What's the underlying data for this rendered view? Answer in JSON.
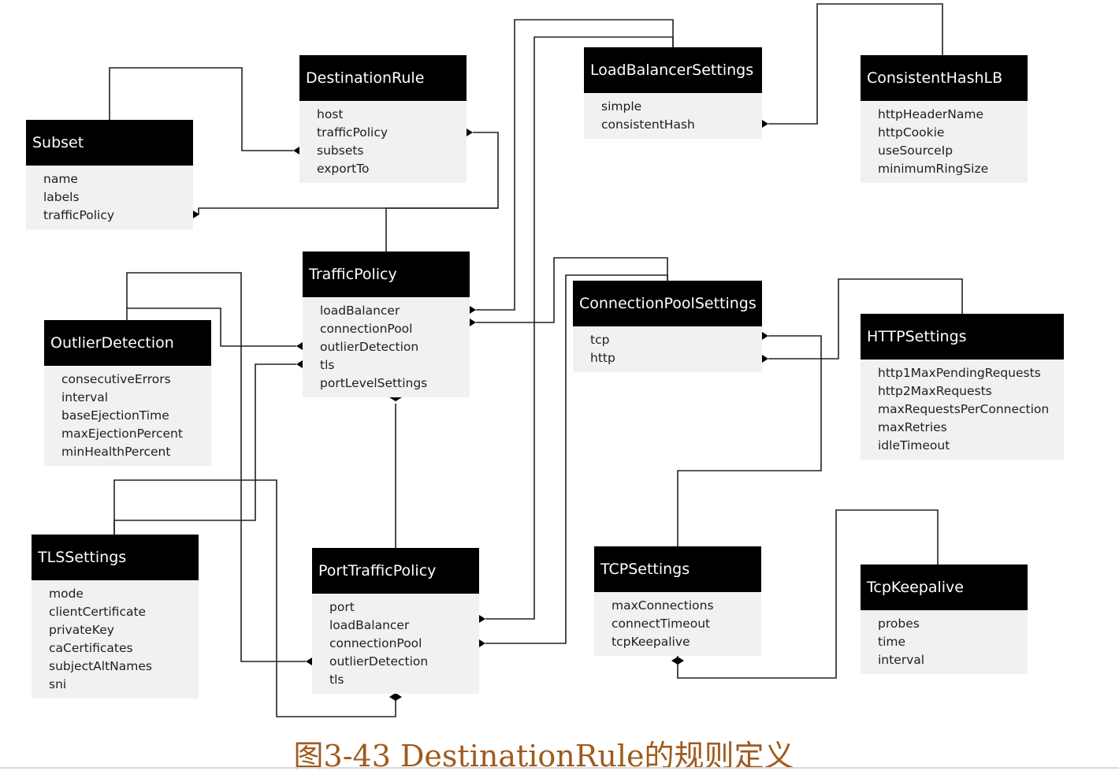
{
  "caption": "图3-43 DestinationRule的规则定义",
  "colors": {
    "header_bg": "#000000",
    "header_text": "#ffffff",
    "body_bg": "#f1f1f3",
    "connector": "#222222",
    "caption": "#a05a1c"
  },
  "entities": {
    "destination_rule": {
      "title": "DestinationRule",
      "fields": [
        "host",
        "trafficPolicy",
        "subsets",
        "exportTo"
      ]
    },
    "subset": {
      "title": "Subset",
      "fields": [
        "name",
        "labels",
        "trafficPolicy"
      ]
    },
    "load_balancer_settings": {
      "title": "LoadBalancerSettings",
      "fields": [
        "simple",
        "consistentHash"
      ]
    },
    "consistent_hash_lb": {
      "title": "ConsistentHashLB",
      "fields": [
        "httpHeaderName",
        "httpCookie",
        "useSourceIp",
        "minimumRingSize"
      ]
    },
    "traffic_policy": {
      "title": "TrafficPolicy",
      "fields": [
        "loadBalancer",
        "connectionPool",
        "outlierDetection",
        "tls",
        "portLevelSettings"
      ]
    },
    "outlier_detection": {
      "title": "OutlierDetection",
      "fields": [
        "consecutiveErrors",
        "interval",
        "baseEjectionTime",
        "maxEjectionPercent",
        "minHealthPercent"
      ]
    },
    "connection_pool_settings": {
      "title": "ConnectionPoolSettings",
      "fields": [
        "tcp",
        "http"
      ]
    },
    "http_settings": {
      "title": "HTTPSettings",
      "fields": [
        "http1MaxPendingRequests",
        "http2MaxRequests",
        "maxRequestsPerConnection",
        "maxRetries",
        "idleTimeout"
      ]
    },
    "tls_settings": {
      "title": "TLSSettings",
      "fields": [
        "mode",
        "clientCertificate",
        "privateKey",
        "caCertificates",
        "subjectAltNames",
        "sni"
      ]
    },
    "port_traffic_policy": {
      "title": "PortTrafficPolicy",
      "fields": [
        "port",
        "loadBalancer",
        "connectionPool",
        "outlierDetection",
        "tls"
      ]
    },
    "tcp_settings": {
      "title": "TCPSettings",
      "fields": [
        "maxConnections",
        "connectTimeout",
        "tcpKeepalive"
      ]
    },
    "tcp_keepalive": {
      "title": "TcpKeepalive",
      "fields": [
        "probes",
        "time",
        "interval"
      ]
    }
  }
}
